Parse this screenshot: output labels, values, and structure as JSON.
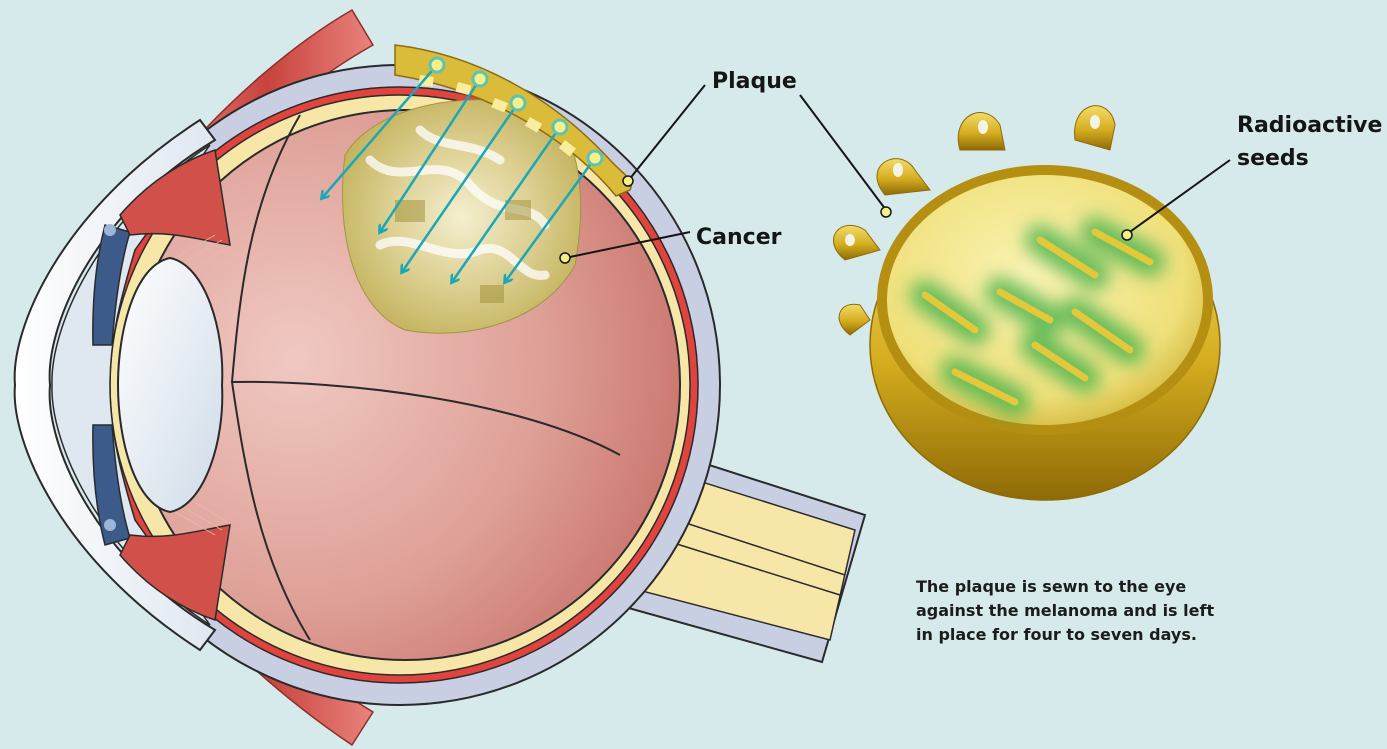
{
  "labels": {
    "plaque": "Plaque",
    "cancer": "Cancer",
    "radioactive_seeds": [
      "Radioactive",
      "seeds"
    ]
  },
  "caption": [
    "The plaque is sewn to the eye",
    "against the melanoma and is left",
    "in place for four to seven days."
  ],
  "colors": {
    "background": "#d6eaec",
    "sclera": "#c9cfe3",
    "choroid": "#e0443f",
    "retina": "#f6e7a8",
    "vitreous": "#d98e86",
    "muscle": "#d1504a",
    "plaque_gold": "#d9b62a",
    "seed_glow": "#3fb14a",
    "radiation_arrow": "#1aa7b8",
    "tumor": "#d4c57a"
  },
  "icons": [
    "eye-cross-section",
    "plaque-disk-illustration",
    "radiation-arrow",
    "radioactive-seed"
  ]
}
